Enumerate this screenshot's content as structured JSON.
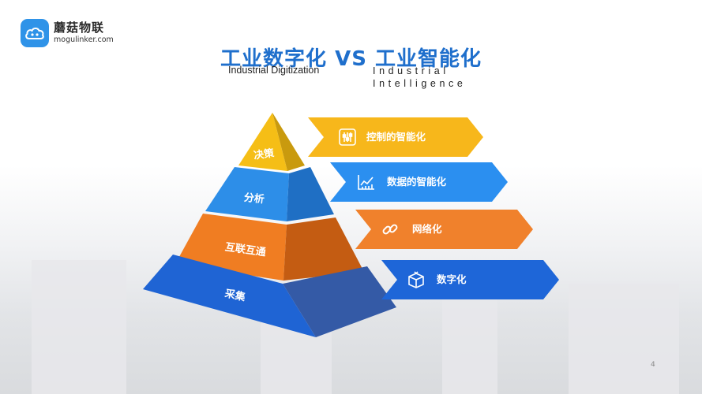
{
  "brand": {
    "name_cn": "蘑菇物联",
    "domain": "mogulinker.com",
    "color": "#2f93e8"
  },
  "title": {
    "main": "工业数字化 VS 工业智能化",
    "left_en": "Industrial Digitization",
    "right_en_line1": "Industrial",
    "right_en_line2": "Intelligence",
    "color": "#1f6fcc"
  },
  "pyramid": {
    "levels": [
      {
        "label": "决策",
        "front": "#f5be16",
        "side": "#c99a0e"
      },
      {
        "label": "分析",
        "front": "#2d8ee8",
        "side": "#1f6fc4"
      },
      {
        "label": "互联互通",
        "front": "#f07d22",
        "side": "#c45c12"
      },
      {
        "label": "采集",
        "front": "#1f64d4",
        "side": "#345aa6"
      }
    ]
  },
  "arrows": [
    {
      "label": "控制的智能化",
      "icon": "control-sliders-icon",
      "color": "#f7b71b"
    },
    {
      "label": "数据的智能化",
      "icon": "line-chart-icon",
      "color": "#2b8ff0"
    },
    {
      "label": "网络化",
      "icon": "chain-link-icon",
      "color": "#f0812c"
    },
    {
      "label": "数字化",
      "icon": "cube-box-icon",
      "color": "#1e66d8"
    }
  ],
  "page_number": "4"
}
